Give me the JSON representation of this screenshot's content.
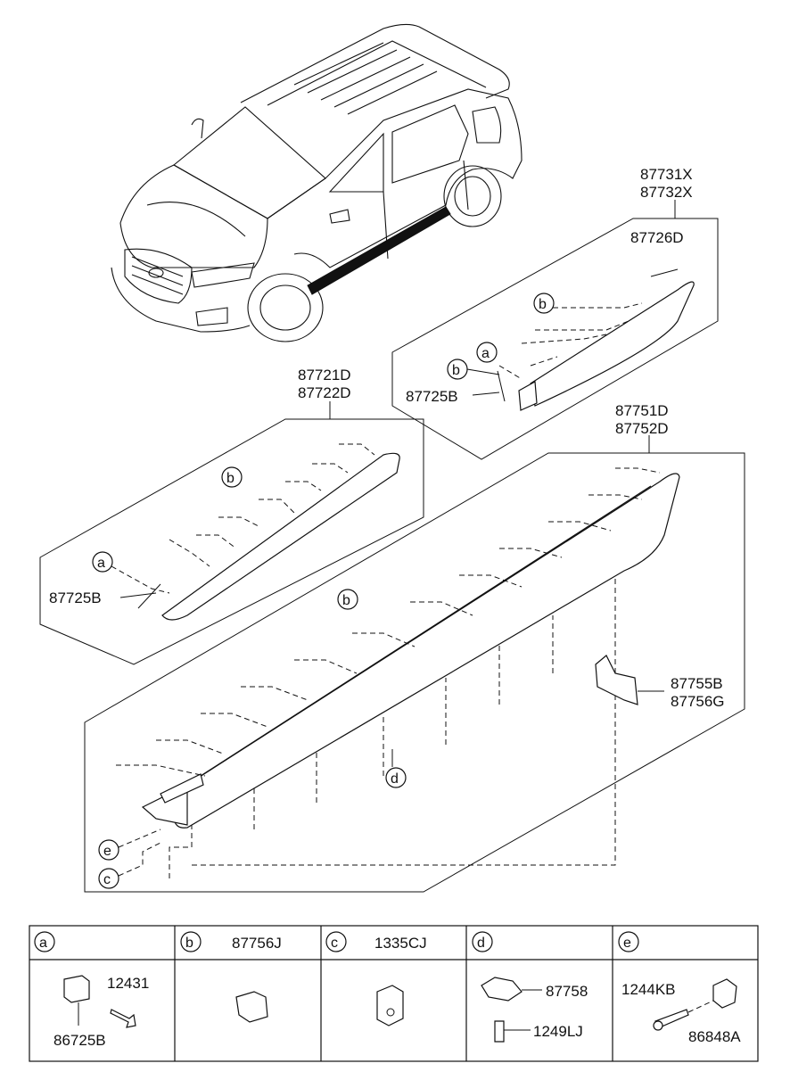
{
  "callouts": {
    "group1_top": "87731X",
    "group1_bottom": "87732X",
    "p87726D": "87726D",
    "p87725B_right": "87725B",
    "group2_top": "87721D",
    "group2_bottom": "87722D",
    "p87725B_left": "87725B",
    "group3_top": "87751D",
    "group3_bottom": "87752D",
    "p87755B": "87755B",
    "p87756G": "87756G"
  },
  "markers": {
    "a": "a",
    "b": "b",
    "c": "c",
    "d": "d",
    "e": "e"
  },
  "legend": {
    "cells": [
      {
        "key": "a",
        "header_part": "",
        "parts": [
          "12431",
          "86725B"
        ]
      },
      {
        "key": "b",
        "header_part": "87756J",
        "parts": []
      },
      {
        "key": "c",
        "header_part": "1335CJ",
        "parts": []
      },
      {
        "key": "d",
        "header_part": "",
        "parts": [
          "87758",
          "1249LJ"
        ]
      },
      {
        "key": "e",
        "header_part": "",
        "parts": [
          "1244KB",
          "86848A"
        ]
      }
    ]
  }
}
